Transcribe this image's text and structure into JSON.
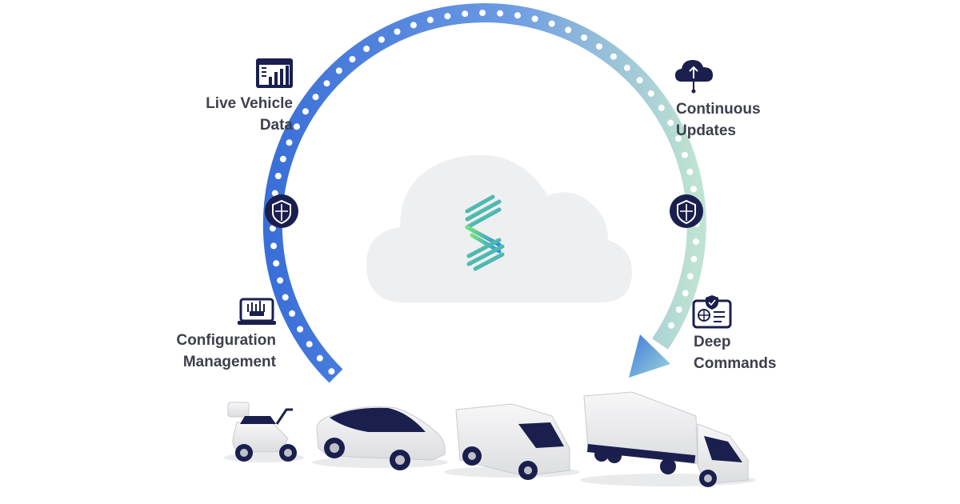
{
  "features": {
    "live_vehicle_data": {
      "line1": "Live Vehicle",
      "line2": "Data",
      "icon": "dashboard-chart-icon"
    },
    "continuous_updates": {
      "line1": "Continuous",
      "line2": "Updates",
      "icon": "cloud-upload-icon"
    },
    "configuration_management": {
      "line1": "Configuration",
      "line2": "Management",
      "icon": "laptop-config-icon"
    },
    "deep_commands": {
      "line1": "Deep",
      "line2": "Commands",
      "icon": "command-card-icon"
    }
  },
  "security": {
    "left_icon": "shield-icon",
    "right_icon": "shield-icon"
  },
  "center": {
    "icon": "cloud-platform-logo-icon"
  },
  "vehicles": [
    "scooter",
    "car",
    "van",
    "truck"
  ],
  "colors": {
    "arc_start": "#3a6fd8",
    "arc_mid": "#5b8fe0",
    "arc_end": "#b9dcd0",
    "dots": "#ffffff",
    "navy": "#1a1f4e",
    "cloud": "#eeeff1",
    "text": "#3d3f4c",
    "logo_green": "#6ee07a",
    "logo_blue": "#2f9be6"
  }
}
